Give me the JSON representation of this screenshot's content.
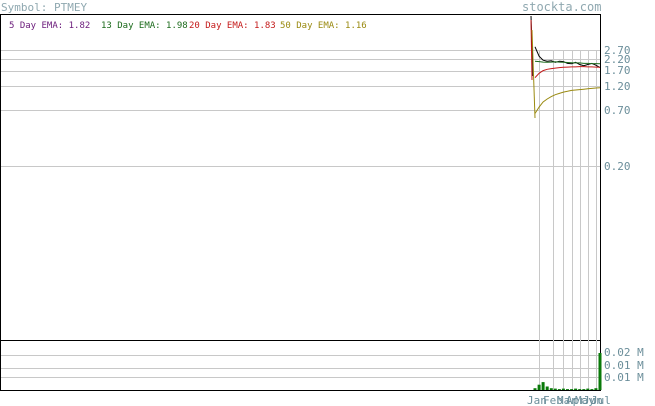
{
  "header": {
    "symbol_label": "Symbol: PTMEY",
    "site": "stockta.com"
  },
  "legend": [
    {
      "label": "5 Day EMA: 1.82",
      "color": "#6a1a7a"
    },
    {
      "label": "13 Day EMA: 1.98",
      "color": "#1b6a1b"
    },
    {
      "label": "20 Day EMA: 1.83",
      "color": "#c41a1a"
    },
    {
      "label": "50 Day EMA: 1.16",
      "color": "#9a8a10"
    }
  ],
  "chart_data": {
    "type": "line",
    "price_axis": {
      "scale": "log",
      "ticks": [
        "2.70",
        "2.20",
        "1.70",
        "1.20",
        "0.70",
        "0.20"
      ],
      "tick_values": [
        2.7,
        2.2,
        1.7,
        1.2,
        0.7,
        0.2
      ]
    },
    "volume_axis": {
      "ticks": [
        "0.02 M",
        "0.01 M",
        "0.01 M"
      ],
      "tick_values": [
        0.02,
        0.0125,
        0.0075
      ],
      "ylim": [
        0,
        0.025
      ]
    },
    "x_axis": {
      "labels": [
        "Jan",
        "Feb",
        "Mar",
        "Apr",
        "May",
        "Jun",
        "Jul"
      ]
    },
    "series": [
      {
        "name": "5 Day EMA",
        "color": "#000000",
        "values": [
          2.9,
          2.35,
          2.15,
          2.1,
          2.12,
          2.05,
          2.1,
          2.08,
          2.0,
          1.98,
          2.05,
          1.95,
          1.9,
          1.95,
          2.0,
          1.92,
          1.82
        ]
      },
      {
        "name": "13 Day EMA",
        "color": "#1b6a1b",
        "values": [
          2.1,
          2.08,
          2.06,
          2.05,
          2.06,
          2.07,
          2.06,
          2.05,
          2.04,
          2.03,
          2.02,
          2.02,
          2.0,
          2.0,
          1.99,
          1.99,
          1.98
        ]
      },
      {
        "name": "20 Day EMA",
        "color": "#c41a1a",
        "values": [
          1.45,
          1.6,
          1.7,
          1.75,
          1.78,
          1.8,
          1.82,
          1.83,
          1.84,
          1.85,
          1.85,
          1.86,
          1.86,
          1.85,
          1.85,
          1.84,
          1.83
        ]
      },
      {
        "name": "50 Day EMA",
        "color": "#9a8a10",
        "values": [
          0.65,
          0.75,
          0.84,
          0.9,
          0.95,
          0.99,
          1.02,
          1.05,
          1.07,
          1.09,
          1.1,
          1.11,
          1.12,
          1.13,
          1.14,
          1.15,
          1.16
        ]
      }
    ],
    "volume": [
      0.001,
      0.003,
      0.0045,
      0.002,
      0.001,
      0.0008,
      0.0005,
      0.0008,
      0.0005,
      0.0005,
      0.0008,
      0.0005,
      0.0005,
      0.0008,
      0.0005,
      0.001,
      0.021
    ]
  }
}
